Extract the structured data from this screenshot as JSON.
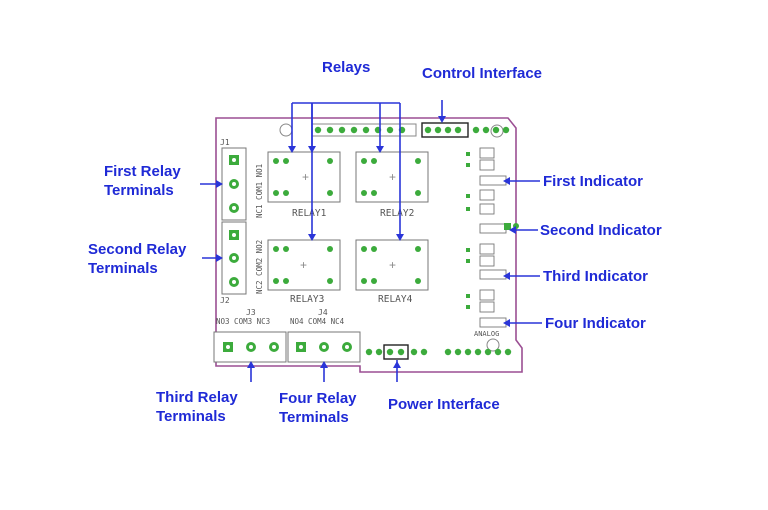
{
  "labels": {
    "relays": "Relays",
    "control_interface": "Control Interface",
    "first_relay_terminals": [
      "First Relay",
      "Terminals"
    ],
    "second_relay_terminals": [
      "Second Relay",
      "Terminals"
    ],
    "third_relay_terminals": [
      "Third Relay",
      "Terminals"
    ],
    "four_relay_terminals": [
      "Four Relay",
      "Terminals"
    ],
    "power_interface": "Power Interface",
    "first_indicator": "First Indicator",
    "second_indicator": "Second Indicator",
    "third_indicator": "Third Indicator",
    "four_indicator": "Four Indicator"
  },
  "silkscreen": {
    "relay1": "RELAY1",
    "relay2": "RELAY2",
    "relay3": "RELAY3",
    "relay4": "RELAY4",
    "j1": "J1",
    "j2": "J2",
    "j3": "J3",
    "j4": "J4",
    "j1_pins": "NC1 COM1 NO1",
    "j2_pins": "NC2 COM2 NO2",
    "j3_pins": "NO3 COM3  NC3",
    "j4_pins": "NO4 COM4  NC4",
    "analog": "ANALOG"
  },
  "colors": {
    "callout": "#1f2ad6",
    "board_outline": "#9b4f93",
    "pad": "#3cab3c",
    "leader": "#2a35d8"
  }
}
